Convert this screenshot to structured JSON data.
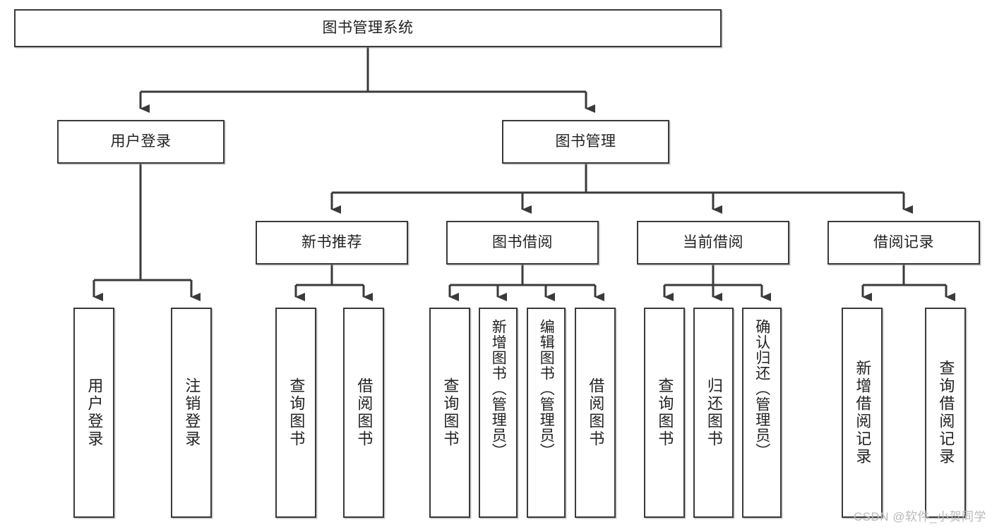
{
  "diagram": {
    "type": "tree-hierarchy",
    "title": "图书管理系统",
    "watermark": "CSDN @软件_小贺同学",
    "colors": {
      "box_border": "#3a3a3a",
      "box_fill": "#ffffff",
      "connector": "#3a3a3a",
      "text": "#222222",
      "watermark": "#b9b9b9"
    },
    "levels": {
      "root": {
        "id": "root",
        "label": "图书管理系统"
      },
      "level2": [
        {
          "id": "user-login",
          "label": "用户登录"
        },
        {
          "id": "book-management",
          "label": "图书管理"
        }
      ],
      "level3": [
        {
          "id": "new-book-recommend",
          "label": "新书推荐",
          "parent": "book-management"
        },
        {
          "id": "book-borrow",
          "label": "图书借阅",
          "parent": "book-management"
        },
        {
          "id": "current-borrow",
          "label": "当前借阅",
          "parent": "book-management"
        },
        {
          "id": "borrow-record",
          "label": "借阅记录",
          "parent": "book-management"
        }
      ],
      "leaves": [
        {
          "id": "leaf-user-login",
          "label": "用户登录",
          "parent": "user-login"
        },
        {
          "id": "leaf-logout",
          "label": "注销登录",
          "parent": "user-login"
        },
        {
          "id": "leaf-query-book-1",
          "label": "查询图书",
          "parent": "new-book-recommend"
        },
        {
          "id": "leaf-borrow-book-1",
          "label": "借阅图书",
          "parent": "new-book-recommend"
        },
        {
          "id": "leaf-query-book-2",
          "label": "查询图书",
          "parent": "book-borrow"
        },
        {
          "id": "leaf-add-book",
          "label": "新增图书（管理员）",
          "parent": "book-borrow"
        },
        {
          "id": "leaf-edit-book",
          "label": "编辑图书（管理员）",
          "parent": "book-borrow"
        },
        {
          "id": "leaf-borrow-book-2",
          "label": "借阅图书",
          "parent": "book-borrow"
        },
        {
          "id": "leaf-query-book-3",
          "label": "查询图书",
          "parent": "current-borrow"
        },
        {
          "id": "leaf-return-book",
          "label": "归还图书",
          "parent": "current-borrow"
        },
        {
          "id": "leaf-confirm-return",
          "label": "确认归还（管理员）",
          "parent": "current-borrow"
        },
        {
          "id": "leaf-add-record",
          "label": "新增借阅记录",
          "parent": "borrow-record"
        },
        {
          "id": "leaf-query-record",
          "label": "查询借阅记录",
          "parent": "borrow-record"
        }
      ]
    }
  }
}
